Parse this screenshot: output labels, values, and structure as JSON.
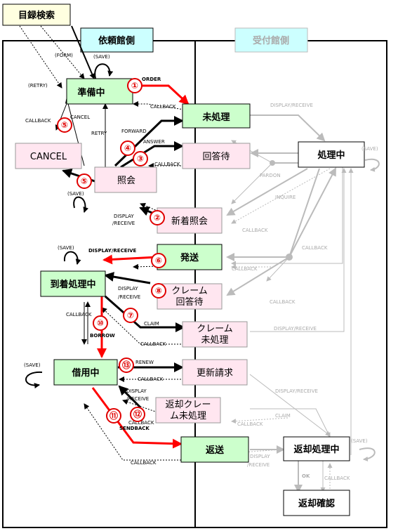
{
  "colors": {
    "red": "#ff0000",
    "green_state": "#ccffcc",
    "pink_state": "#ffe6f0",
    "cyan_header": "#ccffff",
    "yellow_box": "#ffffe0",
    "gray_line": "#bbbbbb",
    "black": "#000000"
  },
  "headers": {
    "catalog": "目録検索",
    "requesting": "依頼館側",
    "receiving": "受付館側"
  },
  "states": {
    "preparing": "準備中",
    "unprocessed": "未処理",
    "cancel": "CANCEL",
    "awaiting_answer": "回答待",
    "inquiry": "照会",
    "new_inquiry": "新着照会",
    "shipped": "発送",
    "arrived": "到着処理中",
    "claim_awaiting_1": "クレーム",
    "claim_awaiting_2": "回答待",
    "claim_unprocessed_1": "クレーム",
    "claim_unprocessed_2": "未処理",
    "borrowing": "借用中",
    "renewal": "更新請求",
    "return_claim_1": "返却クレー",
    "return_claim_2": "ム未処理",
    "returned": "返送",
    "processing": "処理中",
    "return_processing": "返却処理中",
    "return_confirmed": "返却確認"
  },
  "labels": {
    "form": "(FORM)",
    "save": "(SAVE)",
    "retry": "(RETRY)",
    "order": "ORDER",
    "callback": "CALLBACK",
    "cancel": "CANCEL",
    "retry2": "RETRY",
    "forward": "FORWARD",
    "answer": "ANSWER",
    "display_receive": "DISPLAY/RECEIVE",
    "display": "DISPLAY",
    "receive": "/RECEIVE",
    "pardon": "PARDON",
    "inquire": "INQUIRE",
    "claim": "CLAIM",
    "borrow": "BORROW",
    "renew": "RENEW",
    "sendback": "SENDBACK",
    "ok": "OK"
  },
  "markers": {
    "m1": "①",
    "m2": "②",
    "m3": "③",
    "m4": "④",
    "m5": "⑤",
    "m6": "⑥",
    "m7": "⑦",
    "m8": "⑧",
    "m10": "⑩",
    "m11": "⑪",
    "m12": "⑫",
    "m13": "⑬"
  }
}
